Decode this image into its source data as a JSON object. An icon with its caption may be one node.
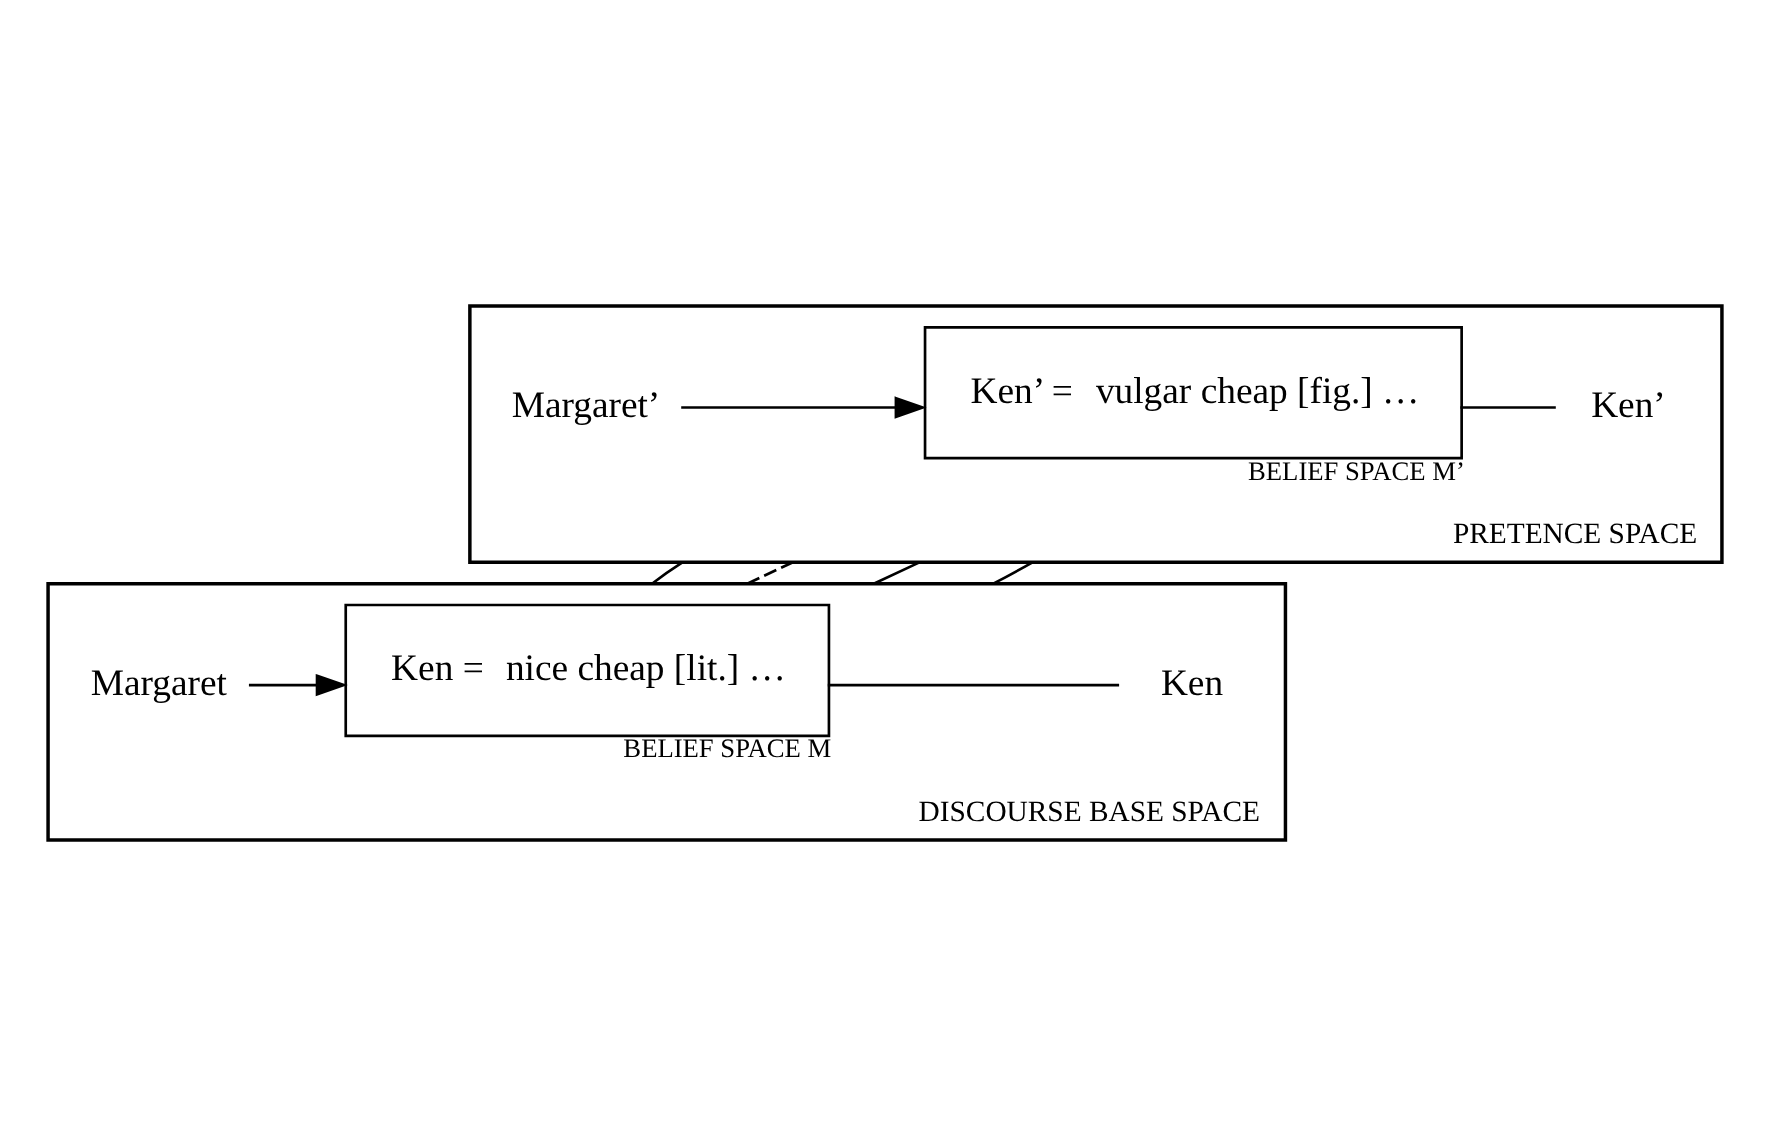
{
  "diagram": {
    "nodes": [
      {
        "text": [
          "DISCOURSE BASE SPACE"
        ]
      },
      {
        "text": [
          "Ken =",
          "nice cheap [lit.] …",
          "BELIEF SPACE M"
        ],
        "in": 0
      },
      {
        "text": [
          "Margaret"
        ],
        "in": 0
      },
      {
        "text": [
          "Ken"
        ],
        "in": 0
      },
      {
        "text": [
          "PRETENCE SPACE"
        ]
      },
      {
        "text": [
          "Ken’ =",
          "vulgar cheap [fig.] …",
          "BELIEF SPACE M’"
        ],
        "in": 4
      },
      {
        "text": [
          "Margaret’"
        ],
        "in": 4
      },
      {
        "text": [
          "Ken’"
        ],
        "in": 4
      }
    ],
    "edges": [
      {
        "from": 1,
        "to": 3,
        "arrow": "none"
      },
      {
        "from": 2,
        "to": 1,
        "arrow": "to"
      },
      {
        "from": 5,
        "to": 7,
        "arrow": "none"
      },
      {
        "from": 6,
        "to": 5,
        "arrow": "to"
      },
      {
        "from": 0,
        "to": 4,
        "arrow": "none"
      },
      {
        "from": 0,
        "to": 4,
        "arrow": "none"
      },
      {
        "from": 0,
        "to": 4,
        "arrow": "none",
        "style": "dashed"
      },
      {
        "from": 0,
        "to": 4,
        "arrow": "none"
      }
    ]
  }
}
